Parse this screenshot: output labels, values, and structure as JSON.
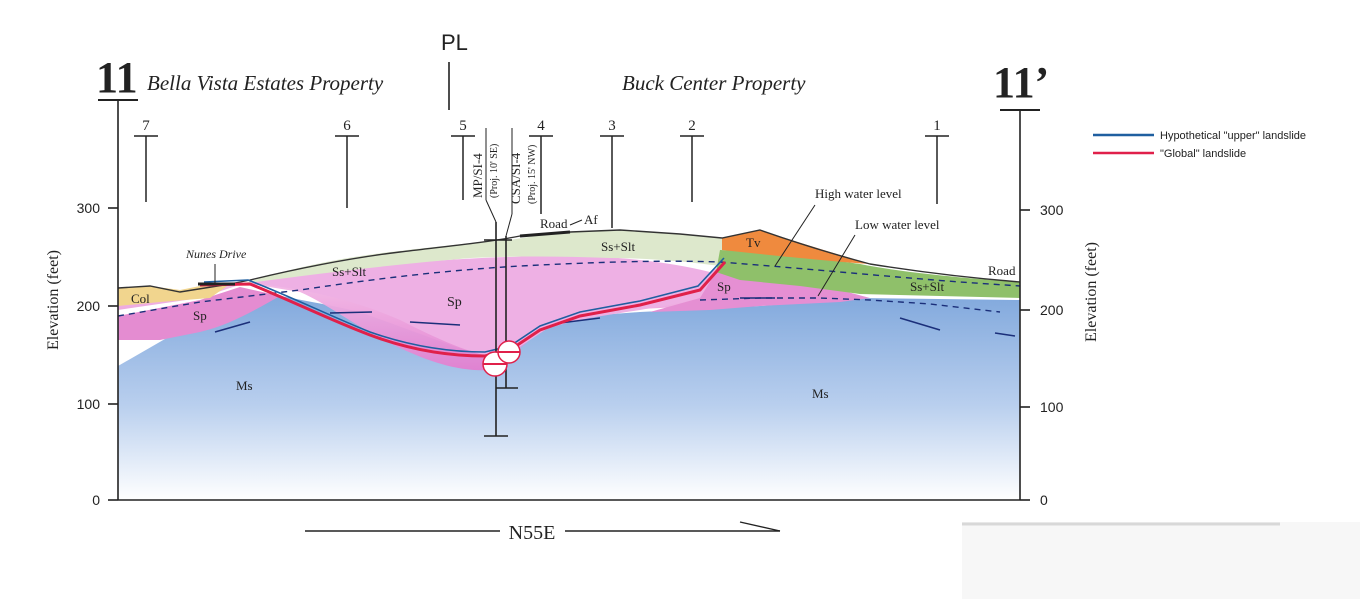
{
  "section": {
    "left_label": "11",
    "right_label": "11’",
    "property_left": "Bella Vista Estates Property",
    "property_right": "Buck Center Property",
    "property_line_label": "PL",
    "direction": "N55E",
    "y_axis_label": "Elevation (feet)",
    "y_ticks": [
      "0",
      "100",
      "200",
      "300"
    ]
  },
  "borings": [
    {
      "label": "7"
    },
    {
      "label": "6"
    },
    {
      "label": "5"
    },
    {
      "label": "4"
    },
    {
      "label": "3"
    },
    {
      "label": "2"
    },
    {
      "label": "1"
    }
  ],
  "inclinometers": [
    {
      "name": "MP/SI-4",
      "note": "(Proj. 10' SE)"
    },
    {
      "name": "CSA/SI-4",
      "note": "(Proj. 15' NW)"
    }
  ],
  "units": {
    "col": "Col",
    "sp_left": "Sp",
    "sp_center": "Sp",
    "sp_right": "Sp",
    "ss_slt_left": "Ss+Slt",
    "ss_slt_center": "Ss+Slt",
    "ss_slt_right": "Ss+Slt",
    "tv": "Tv",
    "ms_left": "Ms",
    "ms_right": "Ms",
    "af": "Af"
  },
  "annotations": {
    "nunes_drive": "Nunes Drive",
    "road_center": "Road",
    "road_right": "Road",
    "high_water": "High water level",
    "low_water": "Low water level"
  },
  "legend": {
    "items": [
      {
        "label": "Hypothetical \"upper\" landslide",
        "color": "#1f5fa0"
      },
      {
        "label": "\"Global\" landslide",
        "color": "#e0204a"
      }
    ]
  },
  "colors": {
    "ms": "#8fb2e0",
    "sp": "#e99ad8",
    "ss_slt": "#d9e6c7",
    "ss_slt_green": "#8fc06a",
    "tv": "#ef8a3e",
    "col": "#f1d58e",
    "upper_slide": "#1f5fa0",
    "global_slide": "#e0204a"
  }
}
